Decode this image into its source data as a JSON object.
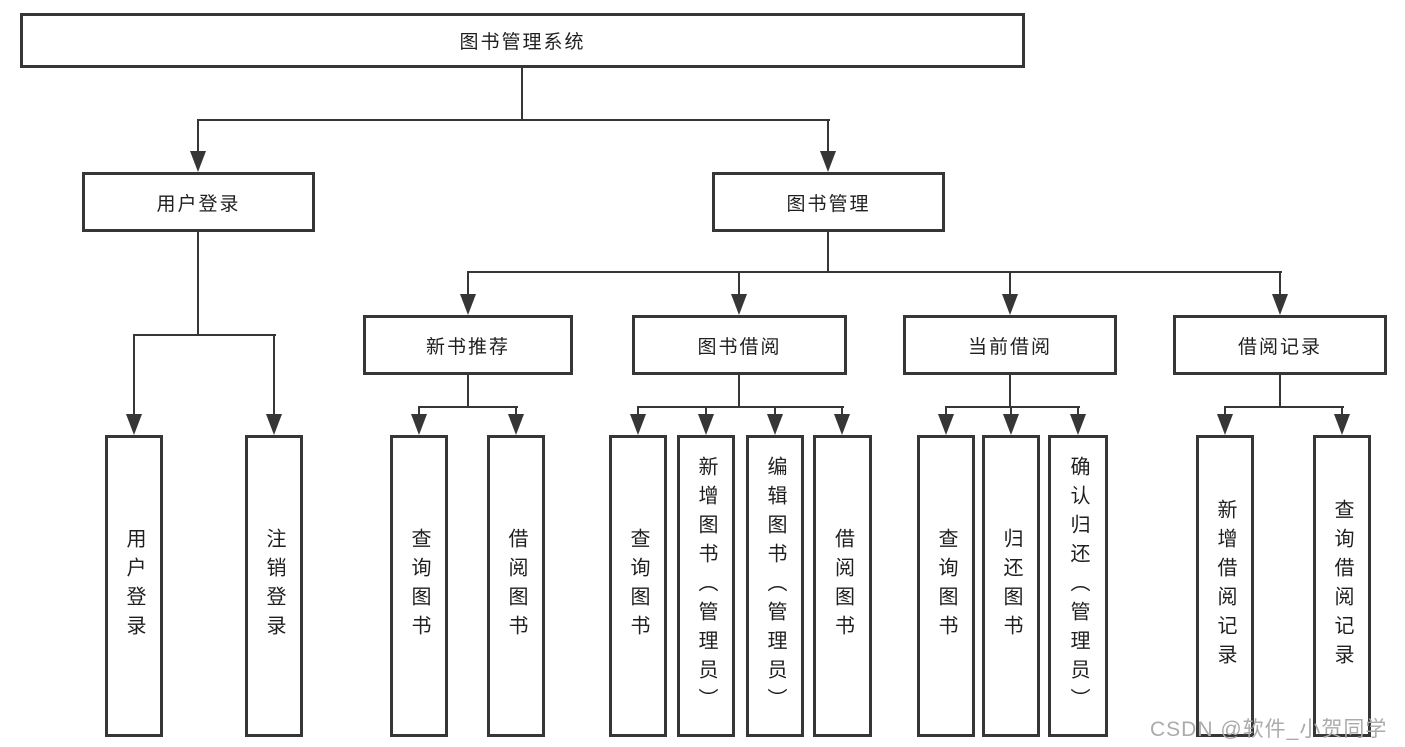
{
  "diagram": {
    "root": "图书管理系统",
    "branches": [
      {
        "label": "用户登录",
        "leaves": [
          "用户登录",
          "注销登录"
        ]
      },
      {
        "label": "图书管理",
        "groups": [
          {
            "label": "新书推荐",
            "leaves": [
              "查询图书",
              "借阅图书"
            ]
          },
          {
            "label": "图书借阅",
            "leaves": [
              "查询图书",
              "新增图书（管理员）",
              "编辑图书（管理员）",
              "借阅图书"
            ]
          },
          {
            "label": "当前借阅",
            "leaves": [
              "查询图书",
              "归还图书",
              "确认归还（管理员）"
            ]
          },
          {
            "label": "借阅记录",
            "leaves": [
              "新增借阅记录",
              "查询借阅记录"
            ]
          }
        ]
      }
    ]
  },
  "colors": {
    "line": "#363636",
    "text": "#1f1f1f",
    "background": "#ffffff",
    "watermark": "#ababab"
  },
  "watermark": "CSDN @软件_小贺同学"
}
